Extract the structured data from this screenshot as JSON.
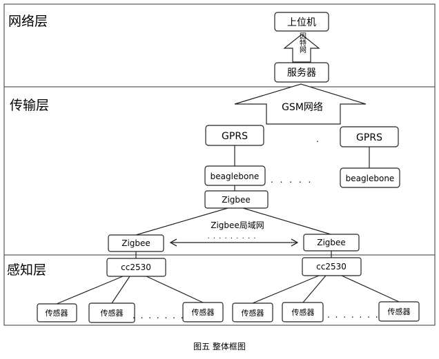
{
  "layers": {
    "network": "网络层",
    "transport": "传输层",
    "perception": "感知层"
  },
  "nodes": {
    "host": "上位机",
    "internet": "因特网",
    "server": "服务器",
    "gsm": "GSM网络",
    "gprs_left": "GPRS",
    "gprs_right": "GPRS",
    "gprs_dot": ".",
    "beagle_left": "beaglebone",
    "beagle_right": "beaglebone",
    "beagle_dots": ". . . . .",
    "zigbee_top": "Zigbee",
    "zigbee_lan": "Zigbee局域网",
    "zigbee_lan_dots": ". . . . . . . . .",
    "zigbee_left": "Zigbee",
    "zigbee_right": "Zigbee",
    "cc_left": "cc2530",
    "cc_right": "cc2530",
    "sensor": "传感器",
    "sensor_dots": ". . . . . . .",
    "sensor_dots_right": ". . . . . . ."
  },
  "caption": "图五  整体框图"
}
